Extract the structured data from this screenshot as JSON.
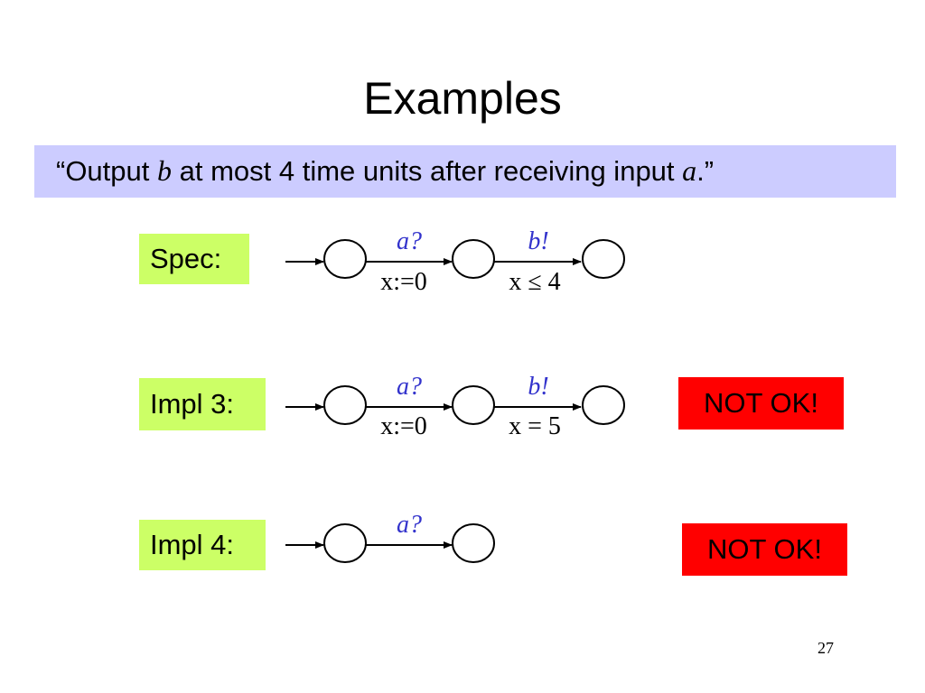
{
  "slide": {
    "title": "Examples",
    "quote": {
      "open": "“Output ",
      "var_b": "b",
      "middle": " at most 4 time units after receiving input ",
      "var_a": "a",
      "close": ".”"
    },
    "page_number": "27"
  },
  "rows": [
    {
      "label": "Spec:",
      "edges": [
        {
          "action": "a?",
          "guard": "x:=0"
        },
        {
          "action": "b!",
          "guard": "x ≤ 4"
        }
      ],
      "verdict": ""
    },
    {
      "label": "Impl 3:",
      "edges": [
        {
          "action": "a?",
          "guard": "x:=0"
        },
        {
          "action": "b!",
          "guard": "x = 5"
        }
      ],
      "verdict": "NOT OK!"
    },
    {
      "label": "Impl 4:",
      "edges": [
        {
          "action": "a?",
          "guard": ""
        }
      ],
      "verdict": "NOT OK!"
    }
  ],
  "colors": {
    "quote_background": "#ccccff",
    "label_background": "#ccff66",
    "verdict_background": "#ff0000",
    "action_text": "#3333cc"
  }
}
